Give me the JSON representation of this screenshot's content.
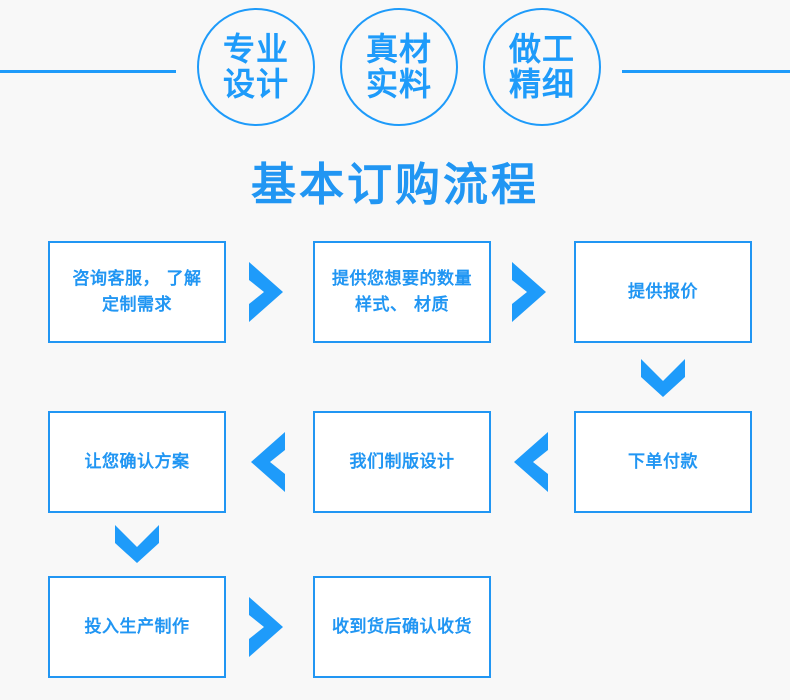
{
  "header": {
    "badges": [
      {
        "name": "badge-design",
        "line1": "专业",
        "line2": "设计"
      },
      {
        "name": "badge-material",
        "line1": "真材",
        "line2": "实料"
      },
      {
        "name": "badge-craft",
        "line1": "做工",
        "line2": "精细"
      }
    ],
    "divider_color": "#1e9bfa"
  },
  "title": "基本订购流程",
  "flow": {
    "accent_color": "#2196f3",
    "steps": [
      {
        "id": "step-1",
        "text": "咨询客服， 了解\n定制需求"
      },
      {
        "id": "step-2",
        "text": "提供您想要的数量\n样式、 材质"
      },
      {
        "id": "step-3",
        "text": "提供报价"
      },
      {
        "id": "step-4",
        "text": "下单付款"
      },
      {
        "id": "step-5",
        "text": "我们制版设计"
      },
      {
        "id": "step-6",
        "text": "让您确认方案"
      },
      {
        "id": "step-7",
        "text": "投入生产制作"
      },
      {
        "id": "step-8",
        "text": "收到货后确认收货"
      }
    ],
    "connectors": [
      {
        "id": "connector-1-2",
        "icon": "chevron-right-icon"
      },
      {
        "id": "connector-2-3",
        "icon": "chevron-right-icon"
      },
      {
        "id": "connector-3-4",
        "icon": "chevron-down-icon"
      },
      {
        "id": "connector-4-5",
        "icon": "chevron-left-icon"
      },
      {
        "id": "connector-5-6",
        "icon": "chevron-left-icon"
      },
      {
        "id": "connector-6-7",
        "icon": "chevron-down-icon"
      },
      {
        "id": "connector-7-8",
        "icon": "chevron-right-icon"
      }
    ]
  }
}
